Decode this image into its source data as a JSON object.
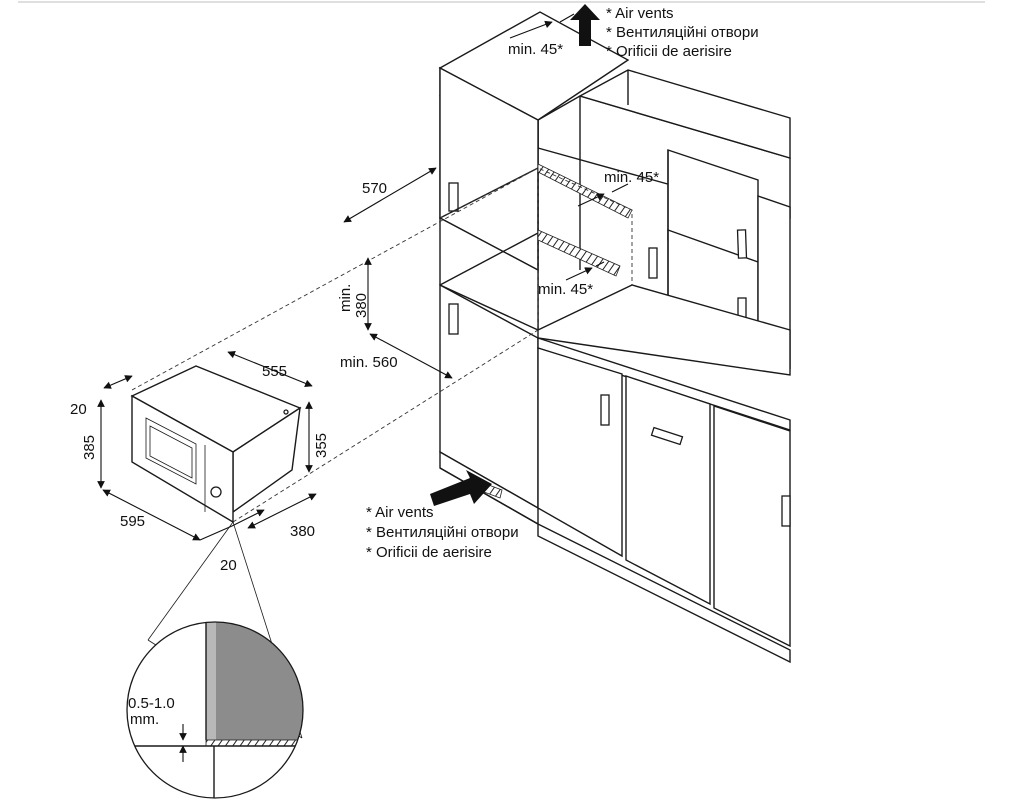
{
  "dimensions": {
    "oven_width": "595",
    "oven_height": "385",
    "oven_depth": "555",
    "oven_body_height": "355",
    "oven_body_depth": "380",
    "frame_top": "20",
    "frame_bottom": "20",
    "niche_depth": "570",
    "niche_height": "min.\n380",
    "niche_width": "min. 560",
    "vent_top": "min. 45*",
    "vent_upper": "min. 45*",
    "vent_lower": "min. 45*",
    "gap": "0.5-1.0\nmm."
  },
  "vents_top": {
    "line1": "* Air vents",
    "line2": "* Вентиляційні отвори",
    "line3": "* Orificii de aerisire"
  },
  "vents_bottom": {
    "line1": "* Air vents",
    "line2": "* Вентиляційні отвори",
    "line3": "* Orificii de aerisire"
  },
  "colors": {
    "line": "#1a1a1a",
    "detail_gray": "#8c8c8c",
    "arrow": "#111111"
  }
}
